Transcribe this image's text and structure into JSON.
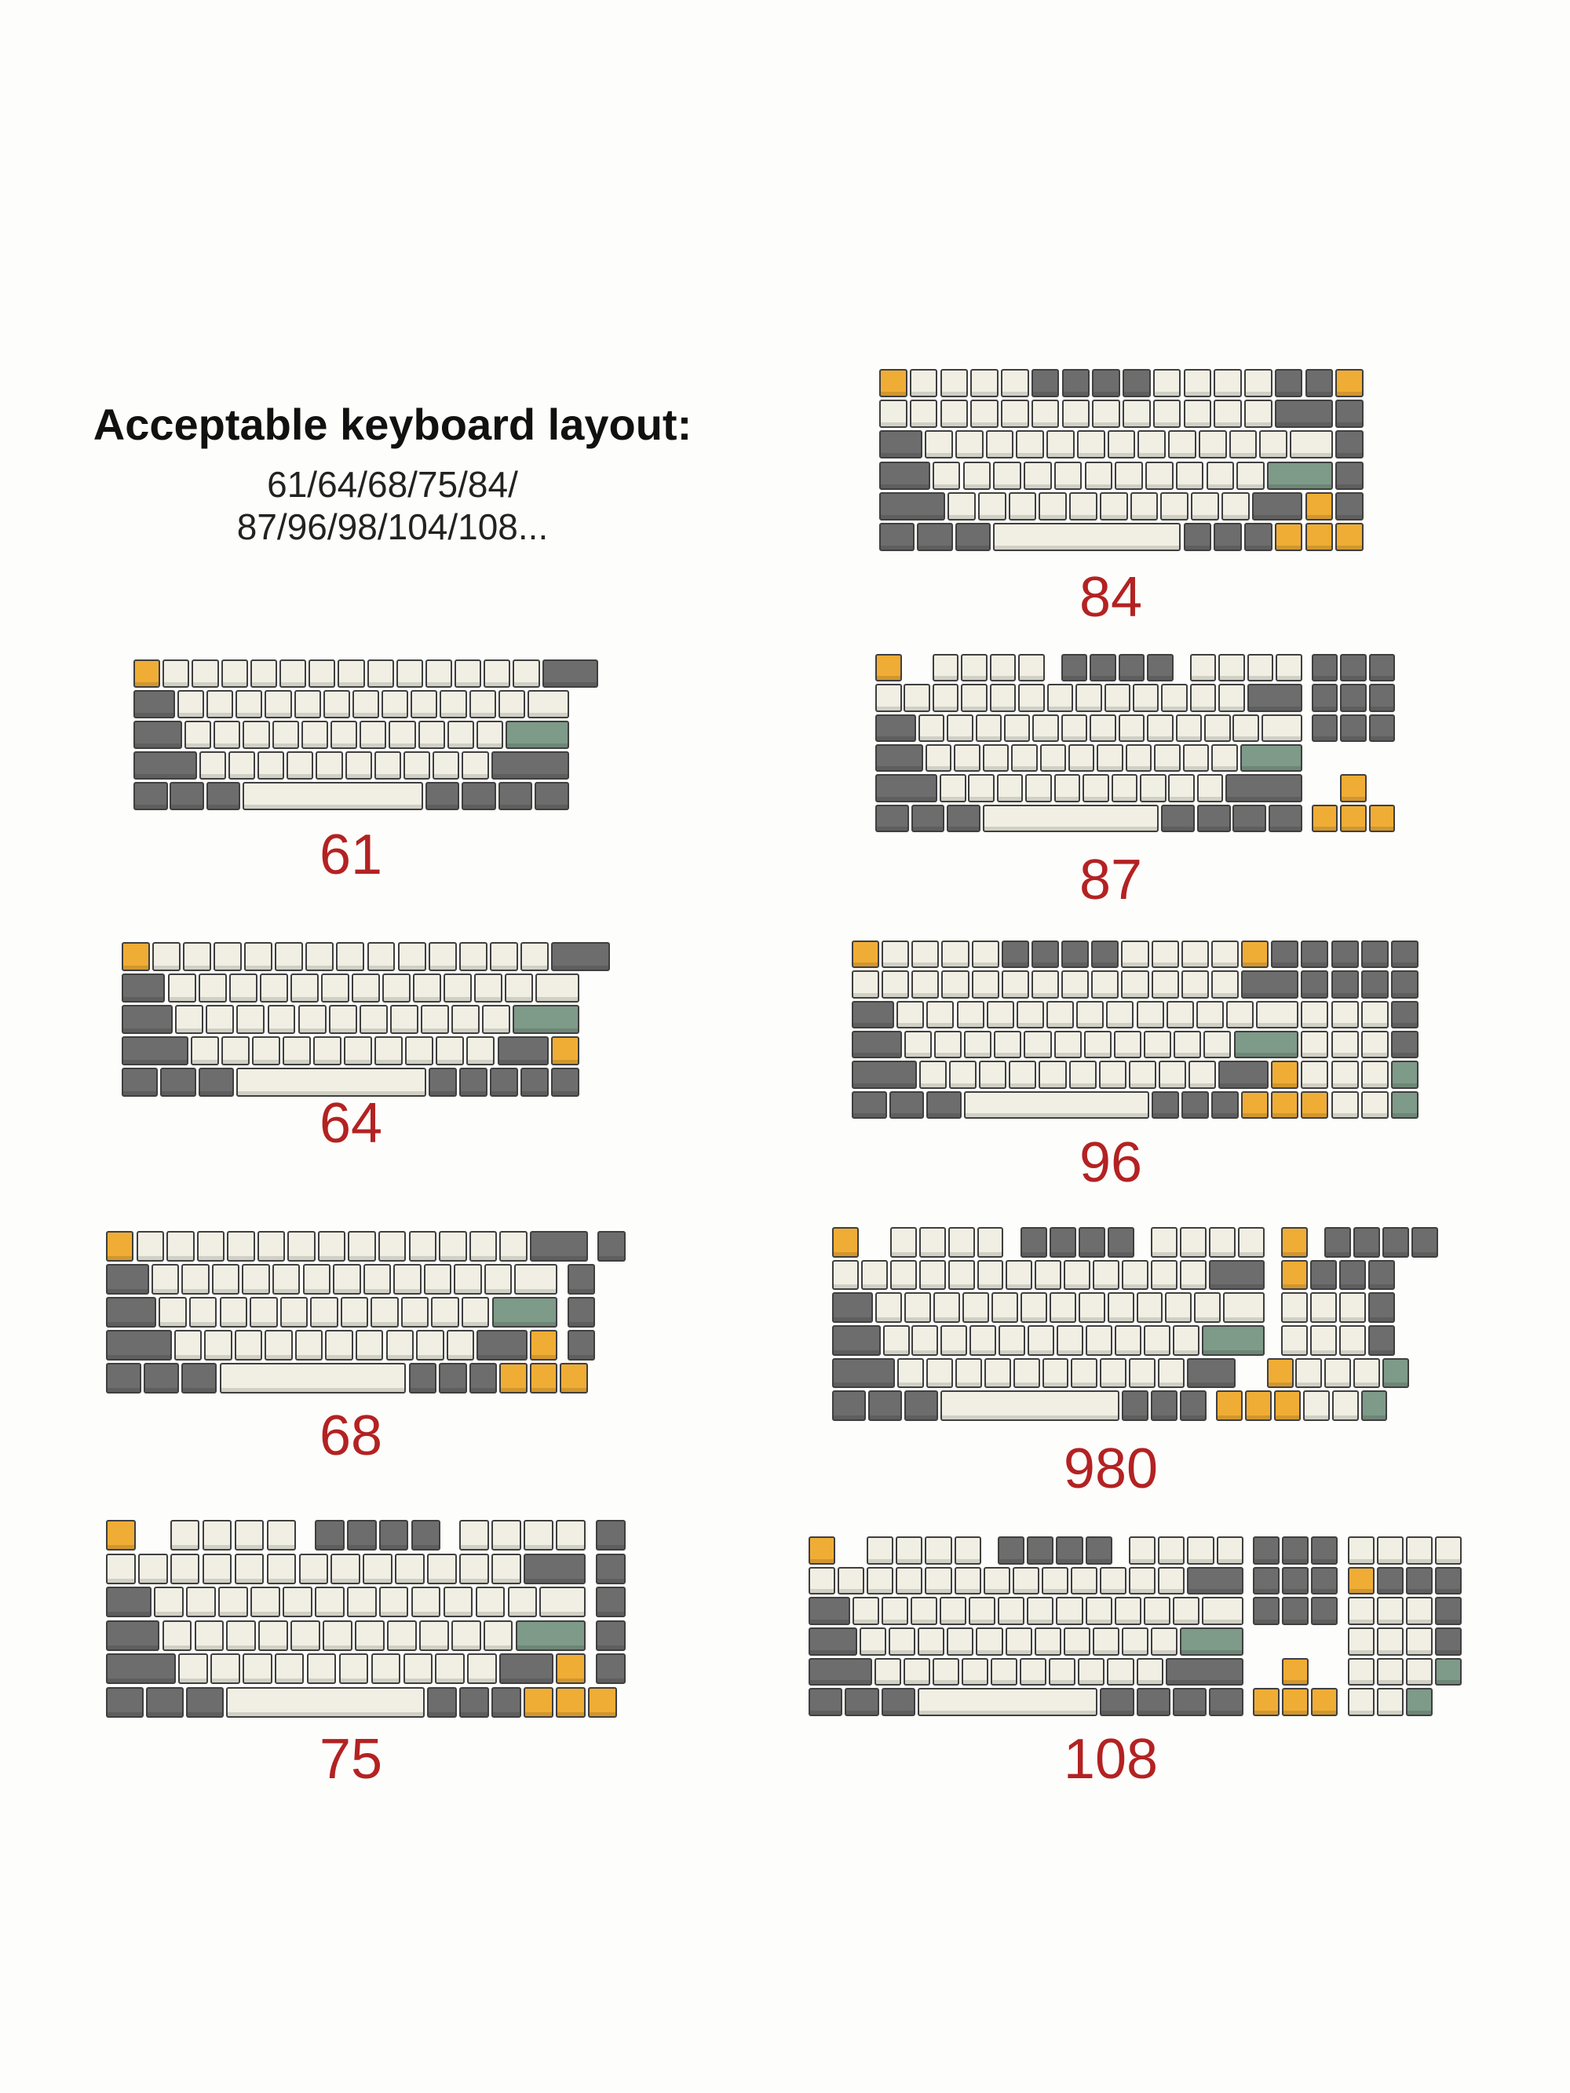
{
  "heading": "Acceptable keyboard layout:",
  "subtext_lines": [
    "61/64/68/75/84/",
    "87/96/98/104/108..."
  ],
  "colors": {
    "cream_key": "#f1efe3",
    "gray_key": "#6d6d6d",
    "orange_key": "#f0ad35",
    "sage_key": "#7e9a88",
    "caption_red": "#b32222"
  },
  "keyboards": [
    {
      "id": "kb61",
      "caption": "61",
      "layout": "61"
    },
    {
      "id": "kb64",
      "caption": "64",
      "layout": "64"
    },
    {
      "id": "kb68",
      "caption": "68",
      "layout": "68"
    },
    {
      "id": "kb75",
      "caption": "75",
      "layout": "75"
    },
    {
      "id": "kb84",
      "caption": "84",
      "layout": "84"
    },
    {
      "id": "kb87",
      "caption": "87",
      "layout": "87"
    },
    {
      "id": "kb96",
      "caption": "96",
      "layout": "96"
    },
    {
      "id": "kb98",
      "caption": "980",
      "layout": "98"
    },
    {
      "id": "kb108",
      "caption": "108",
      "layout": "108"
    }
  ]
}
